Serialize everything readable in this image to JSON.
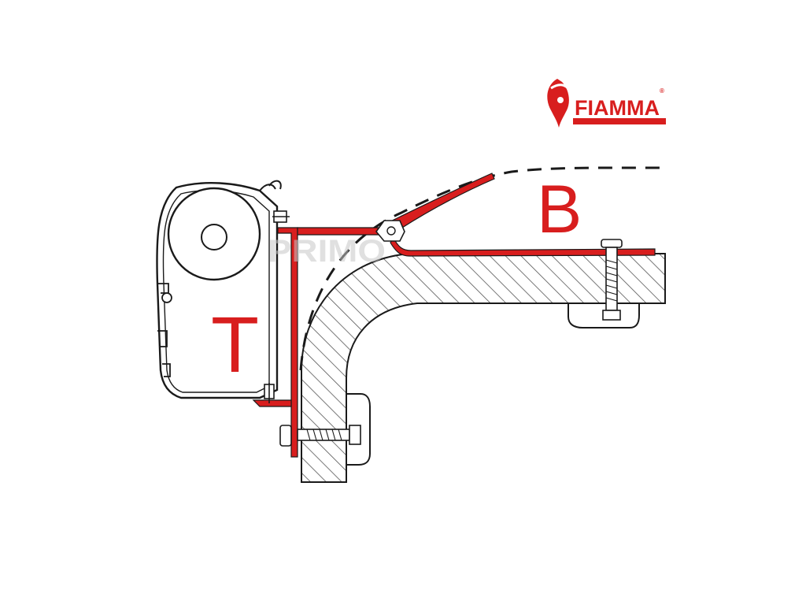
{
  "brand": {
    "name": "FIAMMA",
    "registered_mark": "®",
    "color": "#d81e1e"
  },
  "labels": {
    "awning": "T",
    "bracket": "B"
  },
  "watermark": {
    "text": "PRIMO"
  },
  "colors": {
    "bracket_red": "#d81e1e",
    "outline": "#1a1a1a",
    "hatch": "#555555",
    "body_fill": "#ffffff"
  },
  "icons": {
    "logo": "flame-pin-icon"
  }
}
